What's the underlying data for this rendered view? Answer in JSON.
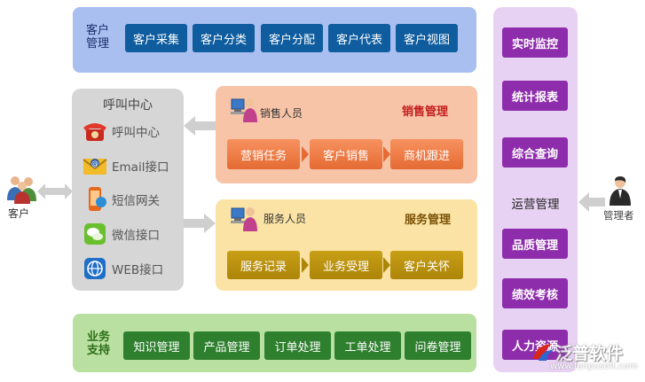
{
  "customer_mgmt": {
    "label_line1": "客户",
    "label_line2": "管理",
    "buttons": [
      "客户采集",
      "客户分类",
      "客户分配",
      "客户代表",
      "客户视图"
    ]
  },
  "call_center": {
    "title": "呼叫中心",
    "items": [
      {
        "label": "呼叫中心",
        "icon": "telephone-icon"
      },
      {
        "label": "Email接口",
        "icon": "email-icon"
      },
      {
        "label": "短信网关",
        "icon": "mobile-phone-icon"
      },
      {
        "label": "微信接口",
        "icon": "wechat-icon"
      },
      {
        "label": "WEB接口",
        "icon": "web-globe-icon"
      }
    ]
  },
  "sales": {
    "person_label": "销售人员",
    "title": "销售管理",
    "steps": [
      "营销任务",
      "客户销售",
      "商机跟进"
    ]
  },
  "service": {
    "person_label": "服务人员",
    "title": "服务管理",
    "steps": [
      "服务记录",
      "业务受理",
      "客户关怀"
    ]
  },
  "business_support": {
    "label_line1": "业务",
    "label_line2": "支持",
    "buttons": [
      "知识管理",
      "产品管理",
      "订单处理",
      "工单处理",
      "问卷管理"
    ]
  },
  "operations": {
    "center_label": "运营管理",
    "buttons_top": [
      "实时监控",
      "统计报表",
      "综合查询"
    ],
    "buttons_bottom": [
      "品质管理",
      "绩效考核",
      "人力资源"
    ]
  },
  "customer_label": "客户",
  "manager_label": "管理者",
  "watermark": {
    "brand": "泛普软件",
    "url": "www.fanpusoft.com"
  },
  "colors": {
    "blue_button": "#0f5d9f",
    "green_button": "#2e7f2e",
    "purple_button": "#8e2dac",
    "orange_button": "#ef7b45",
    "gold_button": "#bd930f",
    "sales_title": "#c21f1f"
  }
}
